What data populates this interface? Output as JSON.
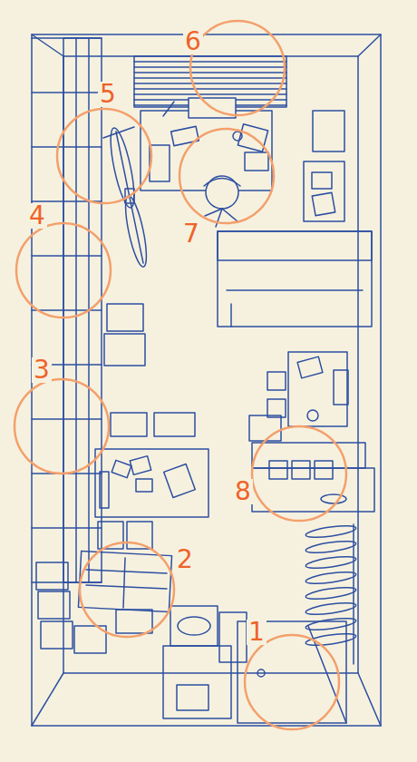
{
  "diagram": {
    "labels": [
      "6",
      "5",
      "7",
      "4",
      "3",
      "8",
      "2",
      "1"
    ]
  }
}
